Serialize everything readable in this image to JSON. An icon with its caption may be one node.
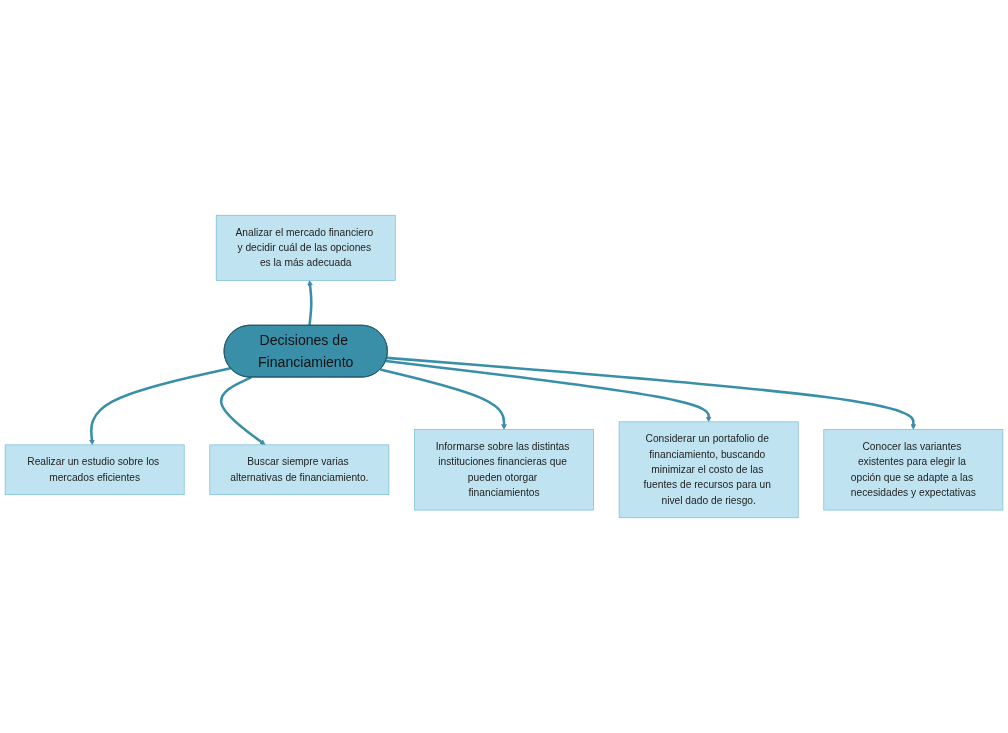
{
  "diagram": {
    "nodes": [
      {
        "text": [
          "Analizar el mercado financiero y decidir cuál de las opciones es la más adecuada"
        ]
      },
      {
        "text": [
          "Realizar un estudio sobre los mercados eficientes"
        ]
      },
      {
        "text": [
          "Decisiones de Financiamiento"
        ]
      },
      {
        "text": [
          "Buscar siempre varias alternativas de financiamiento."
        ]
      },
      {
        "text": [
          "Informarse sobre las distintas instituciones financieras que pueden otorgar financiamientos"
        ]
      },
      {
        "text": [
          "Considerar un portafolio de financiamiento, buscando minimizar el costo de las fuentes de recursos para un nivel dado de riesgo."
        ]
      },
      {
        "text": [
          "Conocer las variantes existentes para elegir la opción que se adapte a las necesidades y expectativas"
        ]
      }
    ],
    "edges": [
      {
        "from": 2,
        "to": 1,
        "arrow": "to"
      },
      {
        "from": 2,
        "to": 0,
        "arrow": "to"
      },
      {
        "from": 2,
        "to": 3,
        "arrow": "to"
      },
      {
        "from": 2,
        "to": 4,
        "arrow": "to"
      },
      {
        "from": 2,
        "to": 5,
        "arrow": "to"
      },
      {
        "from": 2,
        "to": 6,
        "arrow": "to"
      }
    ]
  }
}
